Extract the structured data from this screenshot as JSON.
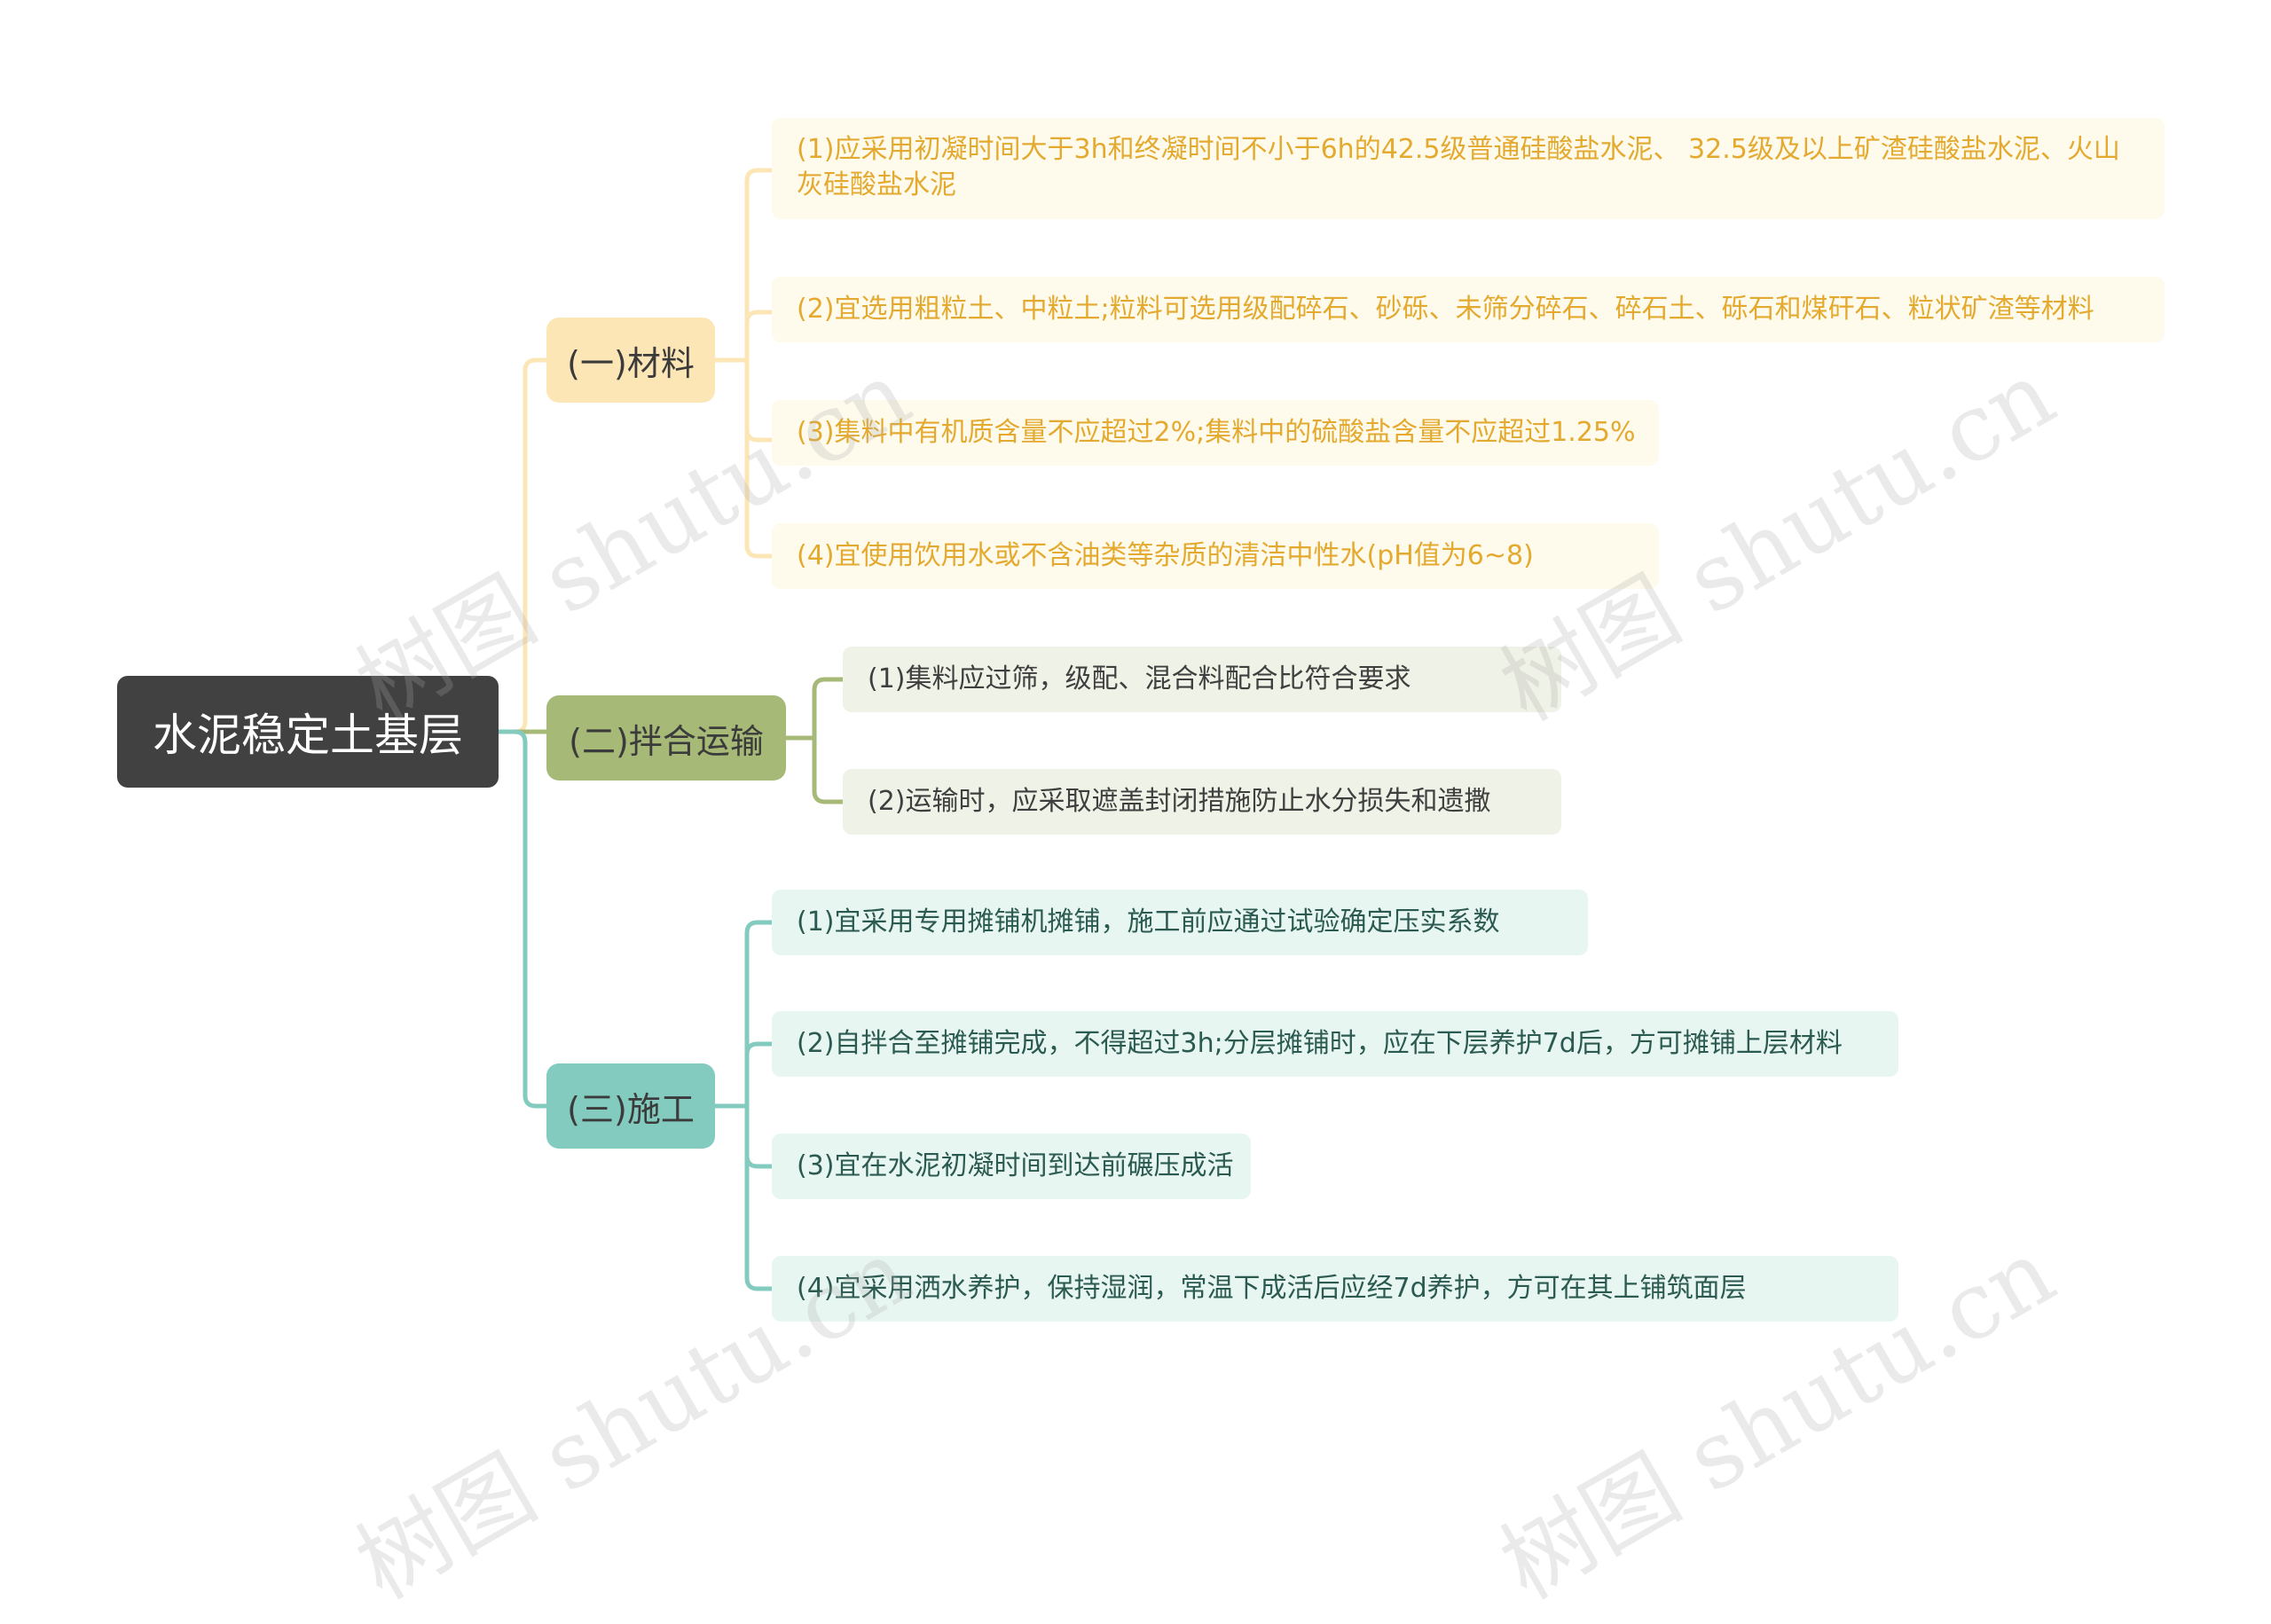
{
  "root": {
    "label": "水泥稳定土基层"
  },
  "branches": [
    {
      "label": "(一)材料",
      "color": "#fce6b5",
      "line_color": "#fce6b5",
      "items": [
        "(1)应采用初凝时间大于3h和终凝时间不小于6h的42.5级普通硅酸盐水泥、 32.5级及以上矿渣硅酸盐水泥、火山灰硅酸盐水泥",
        "(2)宜选用粗粒土、中粒土;粒料可选用级配碎石、砂砾、未筛分碎石、碎石土、砾石和煤矸石、粒状矿渣等材料",
        "(3)集料中有机质含量不应超过2%;集料中的硫酸盐含量不应超过1.25%",
        "(4)宜使用饮用水或不含油类等杂质的清洁中性水(pH值为6~8)"
      ]
    },
    {
      "label": "(二)拌合运输",
      "color": "#a7b977",
      "line_color": "#a7b977",
      "items": [
        "(1)集料应过筛，级配、混合料配合比符合要求",
        "(2)运输时，应采取遮盖封闭措施防止水分损失和遗撒"
      ]
    },
    {
      "label": "(三)施工",
      "color": "#82cbbe",
      "line_color": "#82cbbe",
      "items": [
        "(1)宜采用专用摊铺机摊铺，施工前应通过试验确定压实系数",
        "(2)自拌合至摊铺完成，不得超过3h;分层摊铺时，应在下层养护7d后，方可摊铺上层材料",
        "(3)宜在水泥初凝时间到达前碾压成活",
        "(4)宜采用洒水养护，保持湿润，常温下成活后应经7d养护，方可在其上铺筑面层"
      ]
    }
  ],
  "watermark": {
    "text": "树图 shutu.cn"
  }
}
